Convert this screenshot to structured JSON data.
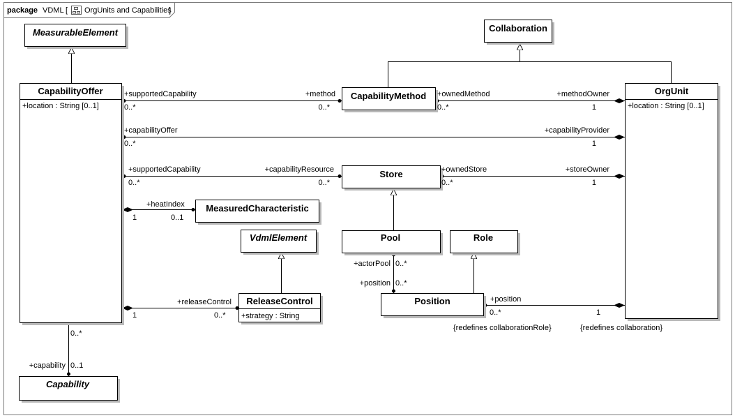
{
  "frame": {
    "keyword": "package",
    "package_name": "VDML",
    "bracket_open": "[",
    "diagram_name": "OrgUnits and Capabilities",
    "bracket_close": "]",
    "icon": "class-diagram-icon"
  },
  "classes": {
    "measurable_element": {
      "name": "MeasurableElement"
    },
    "collaboration": {
      "name": "Collaboration"
    },
    "capability_offer": {
      "name": "CapabilityOffer",
      "attr": "+location : String [0..1]"
    },
    "capability_method": {
      "name": "CapabilityMethod"
    },
    "org_unit": {
      "name": "OrgUnit",
      "attr": "+location : String [0..1]"
    },
    "store": {
      "name": "Store"
    },
    "measured_characteristic": {
      "name": "MeasuredCharacteristic"
    },
    "vdml_element": {
      "name": "VdmlElement"
    },
    "pool": {
      "name": "Pool"
    },
    "role": {
      "name": "Role"
    },
    "release_control": {
      "name": "ReleaseControl",
      "attr": "+strategy : String"
    },
    "position": {
      "name": "Position"
    },
    "capability": {
      "name": "Capability"
    }
  },
  "labels": {
    "supported_capability_1": "+supportedCapability",
    "mult_offer_method_left": "0..*",
    "method": "+method",
    "mult_offer_method_right": "0..*",
    "owned_method": "+ownedMethod",
    "mult_owned_method": "0..*",
    "method_owner": "+methodOwner",
    "mult_method_owner": "1",
    "capability_offer_role": "+capabilityOffer",
    "mult_capability_offer": "0..*",
    "capability_provider": "+capabilityProvider",
    "mult_capability_provider": "1",
    "supported_capability_2": "+supportedCapability",
    "mult_supported_capability_2": "0..*",
    "capability_resource": "+capabilityResource",
    "mult_capability_resource": "0..*",
    "owned_store": "+ownedStore",
    "mult_owned_store": "0..*",
    "store_owner": "+storeOwner",
    "mult_store_owner": "1",
    "heat_index": "+heatIndex",
    "mult_heat_left": "1",
    "mult_heat_right": "0..1",
    "actor_pool": "+actorPool",
    "mult_actor_pool": "0..*",
    "position_role": "+position",
    "mult_position_role": "0..*",
    "release_control_role": "+releaseControl",
    "mult_release_left": "1",
    "mult_release_right": "0..*",
    "position_orgunit": "+position",
    "mult_position_orgunit_left": "0..*",
    "mult_position_orgunit_right": "1",
    "redefines_role": "{redefines collaborationRole}",
    "redefines_collab": "{redefines collaboration}",
    "mult_offer_capability": "0..*",
    "capability_role": "+capability",
    "mult_capability_role": "0..1"
  }
}
